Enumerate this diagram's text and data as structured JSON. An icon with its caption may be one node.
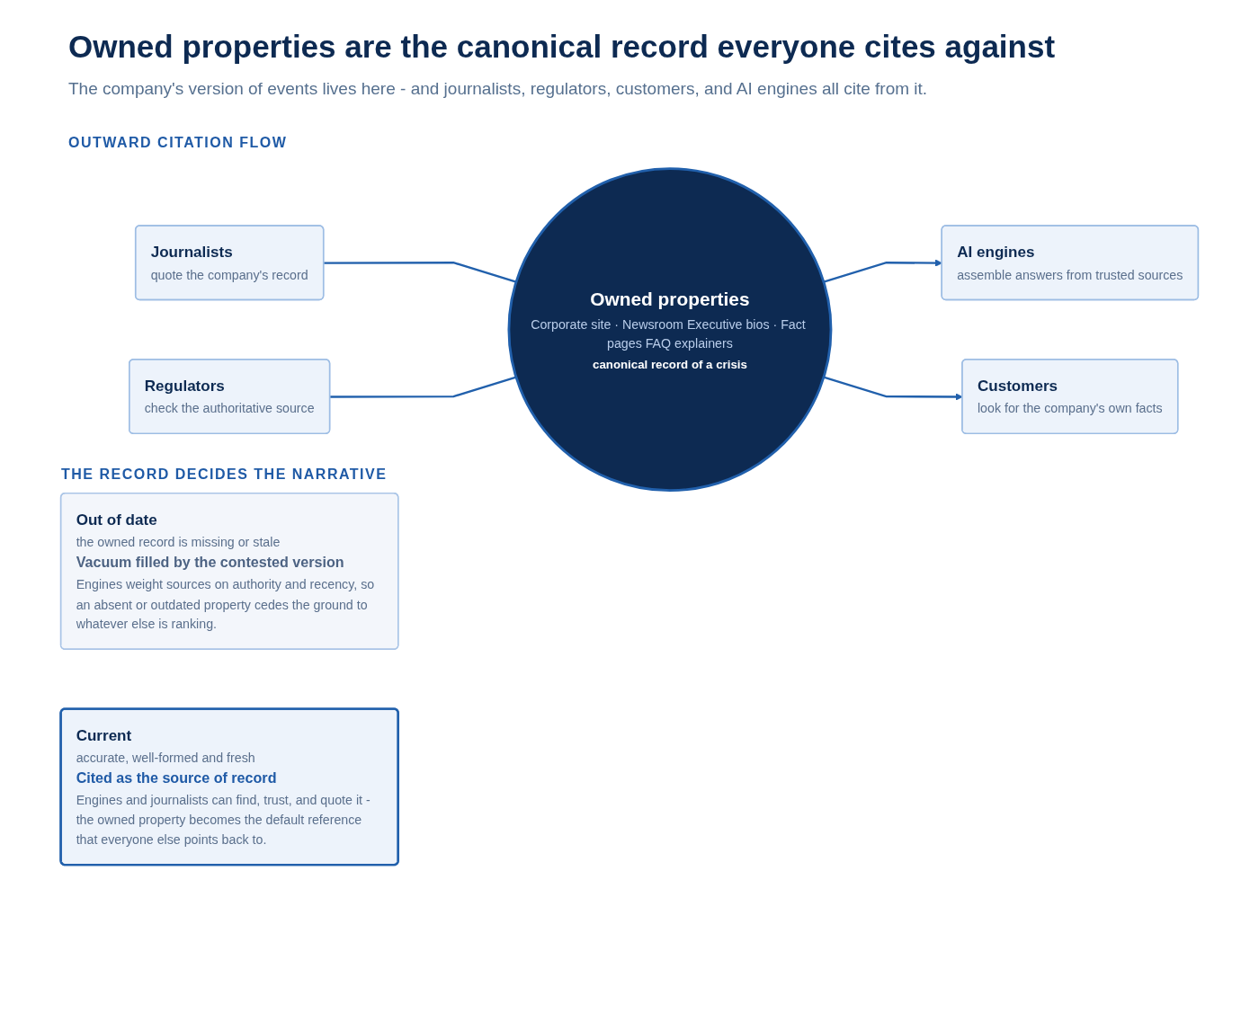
{
  "diagram": {
    "title": "Owned properties are the canonical record everyone cites against",
    "nodes": [
      {
        "text": [
          "Journalists",
          "quote the company's record"
        ]
      },
      {
        "text": [
          "AI engines",
          "assemble answers from trusted sources"
        ]
      },
      {
        "text": [
          "Owned properties",
          "Corporate site · Newsroom Executive bios · Fact pages FAQ explainers",
          "canonical record of a crisis"
        ]
      },
      {
        "text": [
          "Regulators",
          "check the authoritative source"
        ]
      },
      {
        "text": [
          "Customers",
          "look for the company's own facts"
        ]
      },
      {
        "text": [
          "Out of date",
          "the owned record is missing or stale",
          "Vacuum filled by the contested version",
          "Engines weight sources on authority and recency, so an absent or outdated property cedes the ground to whatever else is ranking."
        ]
      },
      {
        "text": [
          "Current",
          "accurate, well-formed and fresh",
          "Cited as the source of record",
          "Engines and journalists can find, trust, and quote it - the owned property becomes the default reference that everyone else points back to."
        ]
      }
    ],
    "edges": [
      {
        "from": 0,
        "to": 2,
        "arrow": "none"
      },
      {
        "from": 2,
        "to": 1,
        "arrow": "to"
      },
      {
        "from": 3,
        "to": 2,
        "arrow": "none"
      },
      {
        "from": 2,
        "to": 4,
        "arrow": "to"
      }
    ],
    "labels": [
      "The company's version of events lives here - and journalists, regulators, customers, and AI engines all cite from it.",
      "OUTWARD CITATION FLOW",
      "THE RECORD DECIDES THE NARRATIVE"
    ]
  }
}
